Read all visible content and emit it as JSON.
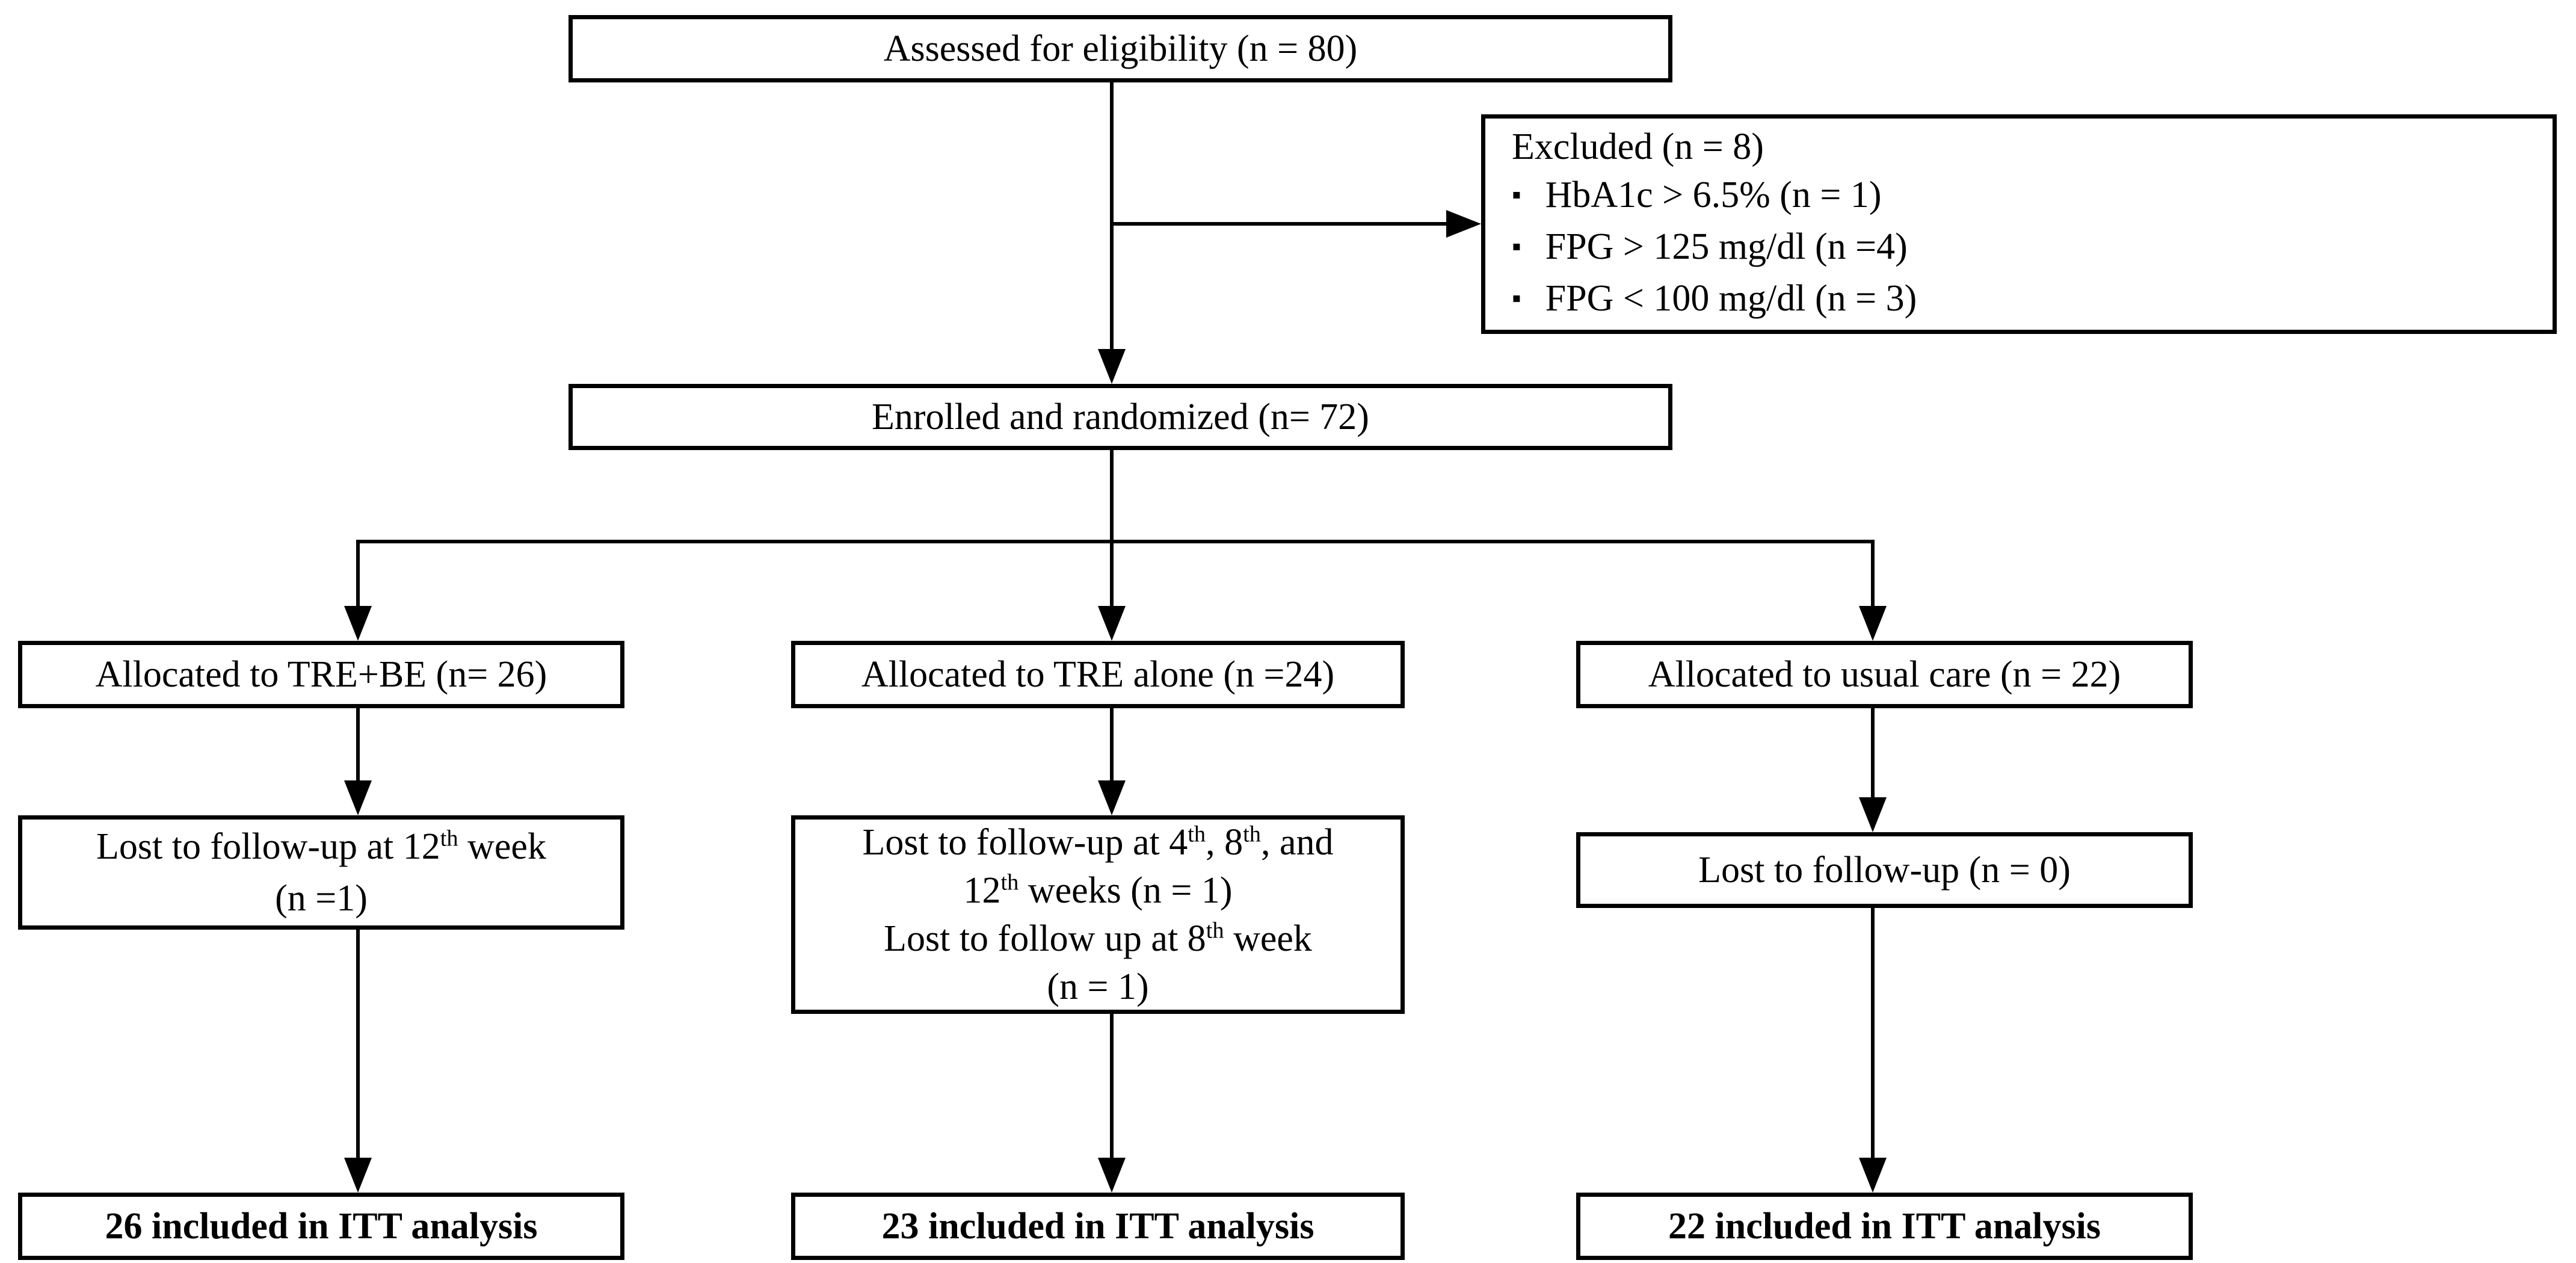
{
  "figure": {
    "description": "CONSORT participant flow diagram",
    "background_color": "#ffffff",
    "line_color": "#000000",
    "boxes": {
      "assessed": "Assessed for eligibility (n = 80)",
      "excluded": {
        "title": "Excluded (n = 8)",
        "bullet_icon": "▪",
        "items": [
          "HbA1c > 6.5% (n = 1)",
          "FPG > 125 mg/dl (n =4)",
          "FPG < 100 mg/dl (n = 3)"
        ]
      },
      "enrolled": "Enrolled and randomized (n= 72)",
      "allocated": [
        "Allocated to TRE+BE (n= 26)",
        "Allocated to TRE alone (n =24)",
        "Allocated to usual care (n = 22)"
      ],
      "lost_tre_be_segments": [
        {
          "t": "Lost to follow-up at 12"
        },
        {
          "s": "th"
        },
        {
          "t": " week"
        },
        {
          "b": true
        },
        {
          "t": "(n =1)"
        }
      ],
      "lost_tre_alone_segments": [
        {
          "t": "Lost to follow-up at 4"
        },
        {
          "s": "th"
        },
        {
          "t": ", 8"
        },
        {
          "s": "th"
        },
        {
          "t": ", and"
        },
        {
          "b": true
        },
        {
          "t": "12"
        },
        {
          "s": "th"
        },
        {
          "t": " weeks (n = 1)"
        },
        {
          "b": true
        },
        {
          "t": "Lost to follow up at 8"
        },
        {
          "s": "th"
        },
        {
          "t": " week"
        },
        {
          "b": true
        },
        {
          "t": "(n = 1)"
        }
      ],
      "lost_usual_care_segments": [
        {
          "t": "Lost to follow-up (n = 0)"
        }
      ],
      "itt": [
        "26 included in ITT analysis",
        "23 included in ITT analysis",
        "22 included in ITT analysis"
      ]
    }
  }
}
